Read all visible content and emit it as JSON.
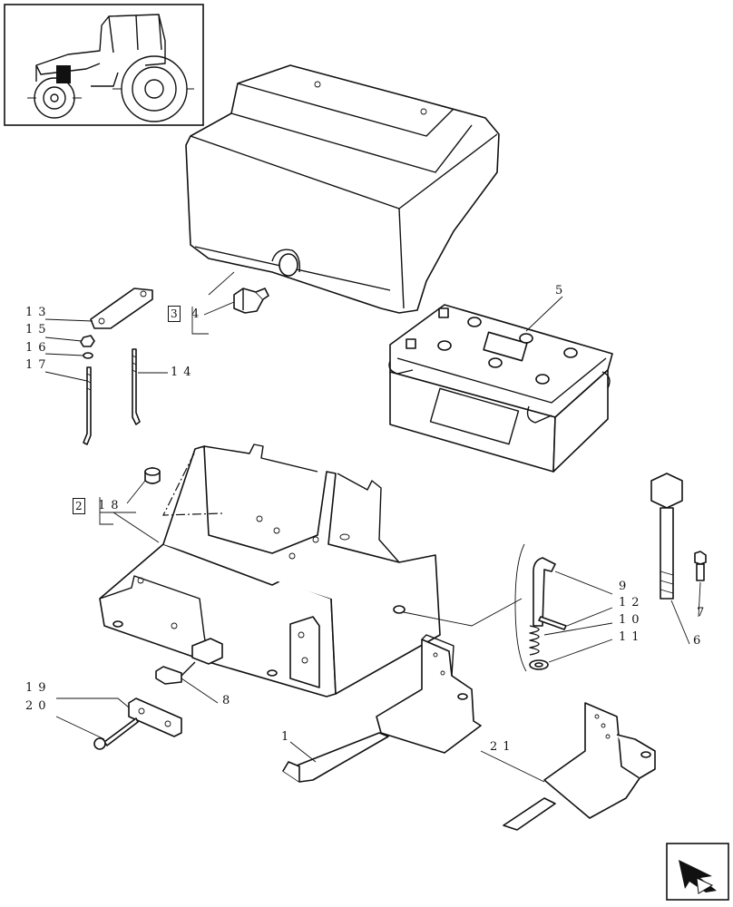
{
  "callouts": [
    {
      "id": "c1",
      "text": "1"
    },
    {
      "id": "c2",
      "text": "2"
    },
    {
      "id": "c3",
      "text": "3"
    },
    {
      "id": "c4",
      "text": "4"
    },
    {
      "id": "c5",
      "text": "5"
    },
    {
      "id": "c6",
      "text": "6"
    },
    {
      "id": "c7",
      "text": "7"
    },
    {
      "id": "c8",
      "text": "8"
    },
    {
      "id": "c9",
      "text": "9"
    },
    {
      "id": "c10",
      "text": "10"
    },
    {
      "id": "c11",
      "text": "11"
    },
    {
      "id": "c12",
      "text": "12"
    },
    {
      "id": "c13",
      "text": "13"
    },
    {
      "id": "c14",
      "text": "14"
    },
    {
      "id": "c15",
      "text": "15"
    },
    {
      "id": "c16",
      "text": "16"
    },
    {
      "id": "c17",
      "text": "17"
    },
    {
      "id": "c18",
      "text": "18"
    },
    {
      "id": "c19",
      "text": "19"
    },
    {
      "id": "c20",
      "text": "20"
    },
    {
      "id": "c21",
      "text": "21"
    }
  ],
  "icons": {
    "thumbnail": "tractor-thumbnail-icon",
    "navigation": "next-page-arrow-icon"
  }
}
